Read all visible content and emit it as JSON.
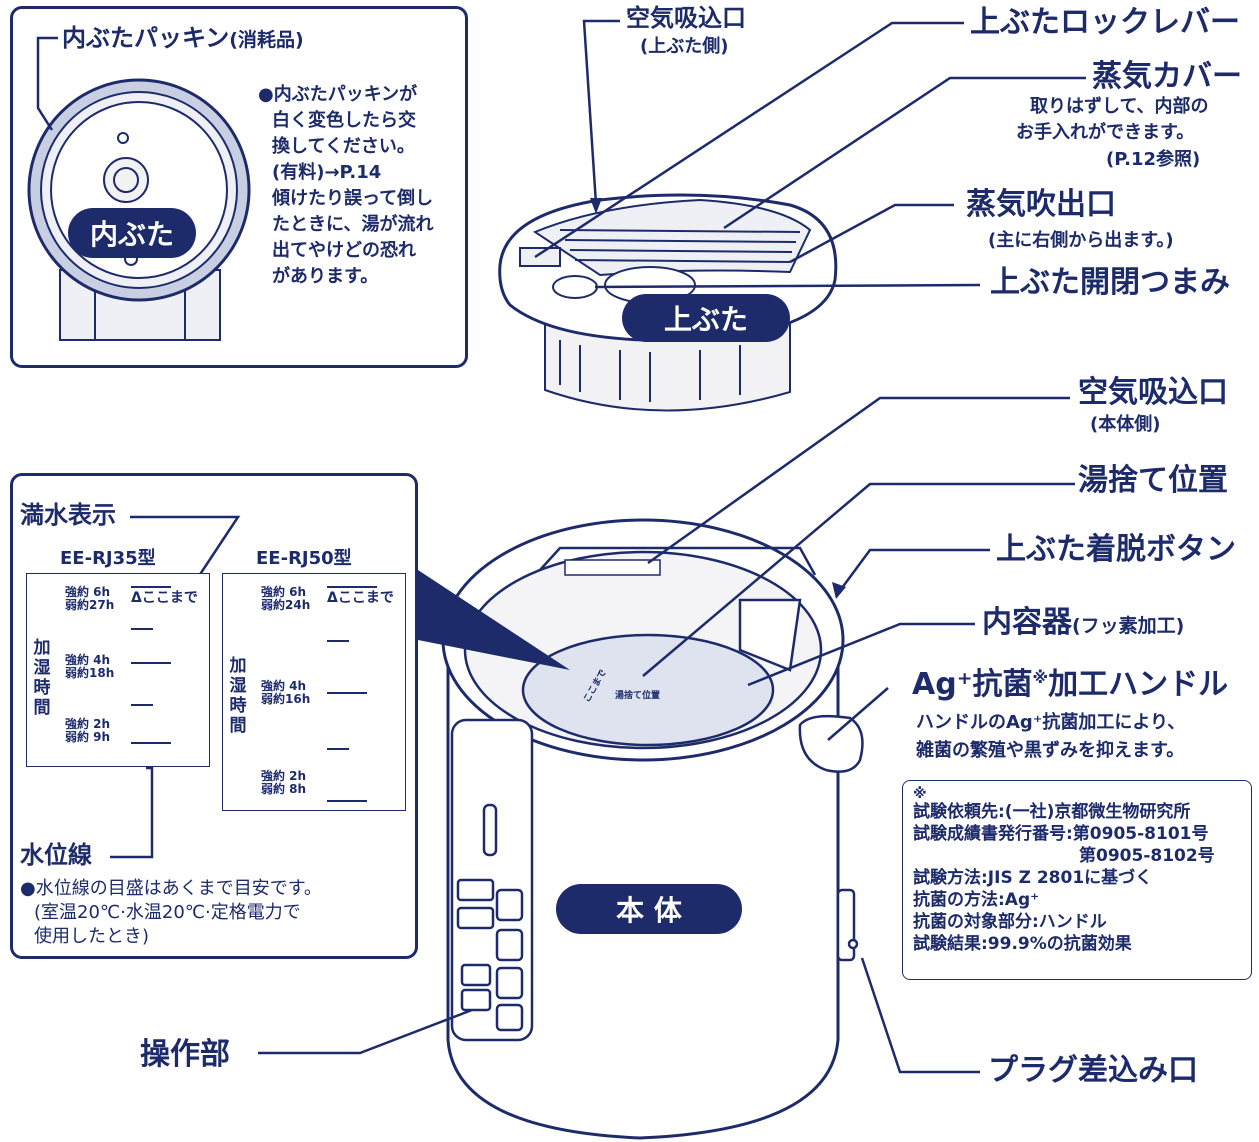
{
  "inner_lid_box": {
    "label": "内ぶたパッキン",
    "label_paren": "(消耗品)",
    "badge": "内ぶた",
    "notes": [
      "●内ぶたパッキンが",
      "白く変色したら交",
      "換してください。",
      "(有料)→P.14",
      "傾けたり誤って倒し",
      "たときに、湯が流れ",
      "出てやけどの恐れ",
      "があります。"
    ]
  },
  "upper_lid": {
    "badge": "上ぶた",
    "air_intake": "空気吸込口",
    "air_intake_sub": "(上ぶた側)",
    "lock_lever": "上ぶたロックレバー",
    "steam_cover": "蒸気カバー",
    "steam_cover_note1": "取りはずして、内部の",
    "steam_cover_note2": "お手入れができます。",
    "steam_cover_note3": "(P.12参照)",
    "steam_outlet": "蒸気吹出口",
    "steam_outlet_sub": "(主に右側から出ます。)",
    "open_knob": "上ぶた開閉つまみ"
  },
  "body": {
    "badge": "本 体",
    "air_intake": "空気吸込口",
    "air_intake_sub": "(本体側)",
    "drain": "湯捨て位置",
    "lid_button": "上ぶた着脱ボタン",
    "inner_container": "内容器",
    "inner_container_sub": "(フッ素加工)",
    "handle": "Ag⁺抗菌",
    "handle_star": "※",
    "handle_suffix": "加工ハンドル",
    "handle_note1": "ハンドルのAg⁺抗菌加工により、",
    "handle_note2": "雑菌の繁殖や黒ずみを抑えます。",
    "control": "操作部",
    "plug": "プラグ差込み口",
    "pot_tag1": "ここまで",
    "pot_tag2": "湯捨て位置"
  },
  "water_box": {
    "full_label": "満水表示",
    "model_a": "EE-RJ35型",
    "model_b": "EE-RJ50型",
    "vertical": "加湿時間",
    "mark": "Δここまで",
    "scale_a": [
      [
        "強約 6h",
        "弱約27h"
      ],
      [
        "強約 4h",
        "弱約18h"
      ],
      [
        "強約 2h",
        "弱約 9h"
      ]
    ],
    "scale_b": [
      [
        "強約 6h",
        "弱約24h"
      ],
      [
        "強約 4h",
        "弱約16h"
      ],
      [
        "強約 2h",
        "弱約 8h"
      ]
    ],
    "water_line": "水位線",
    "note1": "●水位線の目盛はあくまで目安です。",
    "note2": "(室温20℃·水温20℃·定格電力で",
    "note3": "使用したとき)"
  },
  "test_info": {
    "star": "※",
    "lines": [
      "試験依頼先:(一社)京都微生物研究所",
      "試験成績書発行番号:第0905-8101号",
      "第0905-8102号",
      "試験方法:JIS Z 2801に基づく",
      "抗菌の方法:Ag⁺",
      "抗菌の対象部分:ハンドル",
      "試験結果:99.9%の抗菌効果"
    ]
  },
  "colors": {
    "navy": "#1d2b6b",
    "light_blue": "#dfe3f0",
    "grey": "#e8e8ec"
  }
}
